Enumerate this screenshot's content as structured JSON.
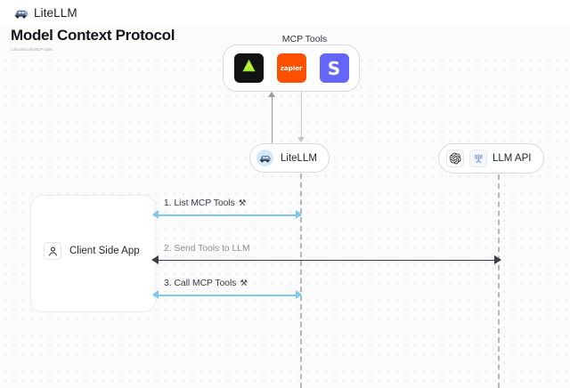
{
  "topbar": {
    "brand_name": "LiteLLM",
    "brand_icon": "litellm-logo-icon"
  },
  "header": {
    "title": "Model Context Protocol",
    "subtitle": "List and call MCP tools"
  },
  "diagram": {
    "mcp_group": {
      "label": "MCP Tools",
      "tools": [
        {
          "name": "anthropic",
          "icon": "anthropic-icon",
          "label": "",
          "bg": "#121212"
        },
        {
          "name": "zapier",
          "icon": "zapier-icon",
          "label": "zapier",
          "bg": "#ff4f00"
        },
        {
          "name": "stripe",
          "icon": "stripe-icon",
          "label": "S",
          "bg": "#6366f8"
        }
      ]
    },
    "nodes": [
      {
        "name": "litellm",
        "label": "LiteLLM",
        "icon": "litellm-avatar-icon"
      },
      {
        "name": "llm-api",
        "label": "LLM API",
        "icons": [
          "openai-icon",
          "anthropic-claude-icon"
        ]
      }
    ],
    "client": {
      "label": "Client Side App",
      "icon": "user-icon"
    },
    "messages": [
      {
        "step": "1",
        "label": "1. List MCP Tools",
        "glyph": "⚒",
        "color": "#7ec8ef",
        "direction": "bidirectional"
      },
      {
        "step": "2",
        "label": "2. Send Tools to LLM",
        "glyph": "",
        "color": "#3b3c40",
        "direction": "bidirectional"
      },
      {
        "step": "3",
        "label": "3. Call MCP Tools",
        "glyph": "⚒",
        "color": "#7ec8ef",
        "direction": "bidirectional"
      }
    ],
    "colors": {
      "accent_blue": "#7ec8ef",
      "dark_arrow": "#3b3c40",
      "lifeline": "#b6b7ba",
      "canvas_bg": "#fbfbfb"
    }
  }
}
